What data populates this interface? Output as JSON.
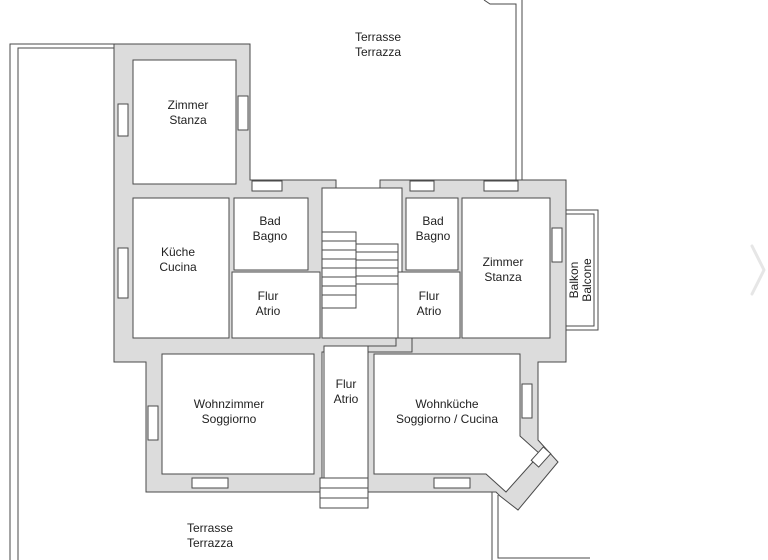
{
  "rooms": {
    "terrace_top": [
      "Terrasse",
      "Terrazza"
    ],
    "zimmer_left": [
      "Zimmer",
      "Stanza"
    ],
    "kueche": [
      "Küche",
      "Cucina"
    ],
    "bad_left": [
      "Bad",
      "Bagno"
    ],
    "flur_left": [
      "Flur",
      "Atrio"
    ],
    "bad_right": [
      "Bad",
      "Bagno"
    ],
    "flur_right": [
      "Flur",
      "Atrio"
    ],
    "zimmer_right": [
      "Zimmer",
      "Stanza"
    ],
    "balkon": [
      "Balkon",
      "Balcone"
    ],
    "flur_center": [
      "Flur",
      "Atrio"
    ],
    "wohnzimmer": [
      "Wohnzimmer",
      "Soggiorno"
    ],
    "wohnkueche": [
      "Wohnküche",
      "Soggiorno / Cucina"
    ],
    "terrace_bottom": [
      "Terrasse",
      "Terrazza"
    ]
  },
  "icons": {
    "next": "chevron-right-icon"
  },
  "colors": {
    "wall_fill": "#dcdcdc",
    "stroke": "#4a4a4a"
  }
}
